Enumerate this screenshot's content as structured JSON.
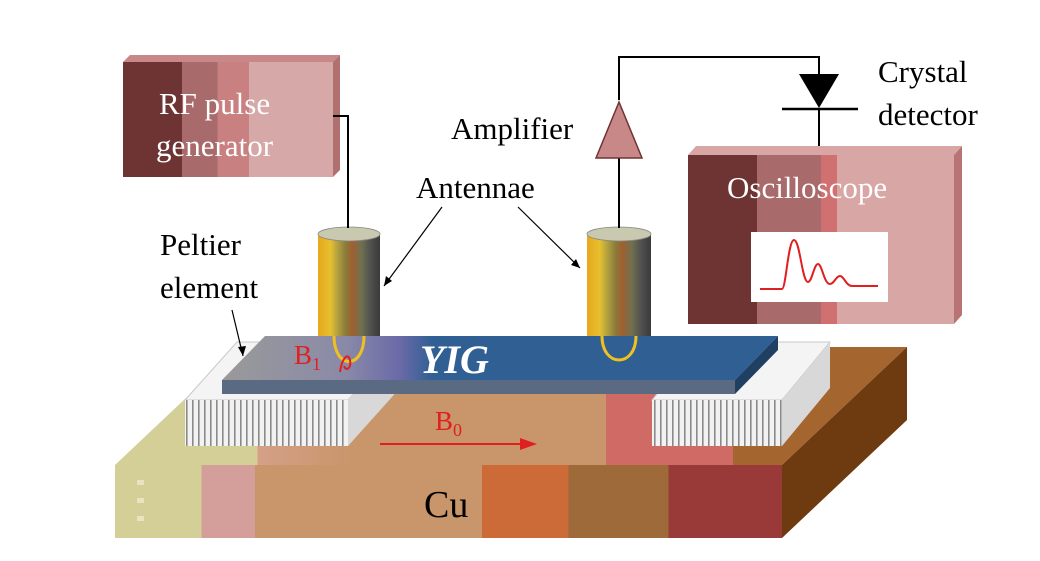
{
  "labels": {
    "rf_generator_line1": "RF pulse",
    "rf_generator_line2": "generator",
    "amplifier": "Amplifier",
    "crystal_detector_line1": "Crystal",
    "crystal_detector_line2": "detector",
    "antennae": "Antennae",
    "oscilloscope": "Oscilloscope",
    "peltier_line1": "Peltier",
    "peltier_line2": "element",
    "yig": "YIG",
    "b1_base": "B",
    "b1_sub": "1",
    "b0_base": "B",
    "b0_sub": "0",
    "cu": "Cu"
  },
  "colors": {
    "field_red": "#e02020",
    "yig_blue": "#2f5f93",
    "copper": "#c9956a",
    "antenna_gold": "#e0b020",
    "loop_yellow": "#f0c020",
    "trace_red": "#e02020",
    "wire": "#000000"
  },
  "icons": [
    "amplifier-triangle-icon",
    "diode-icon",
    "antenna-cylinder-icon",
    "oscilloscope-trace-icon",
    "field-arrow-icon"
  ]
}
